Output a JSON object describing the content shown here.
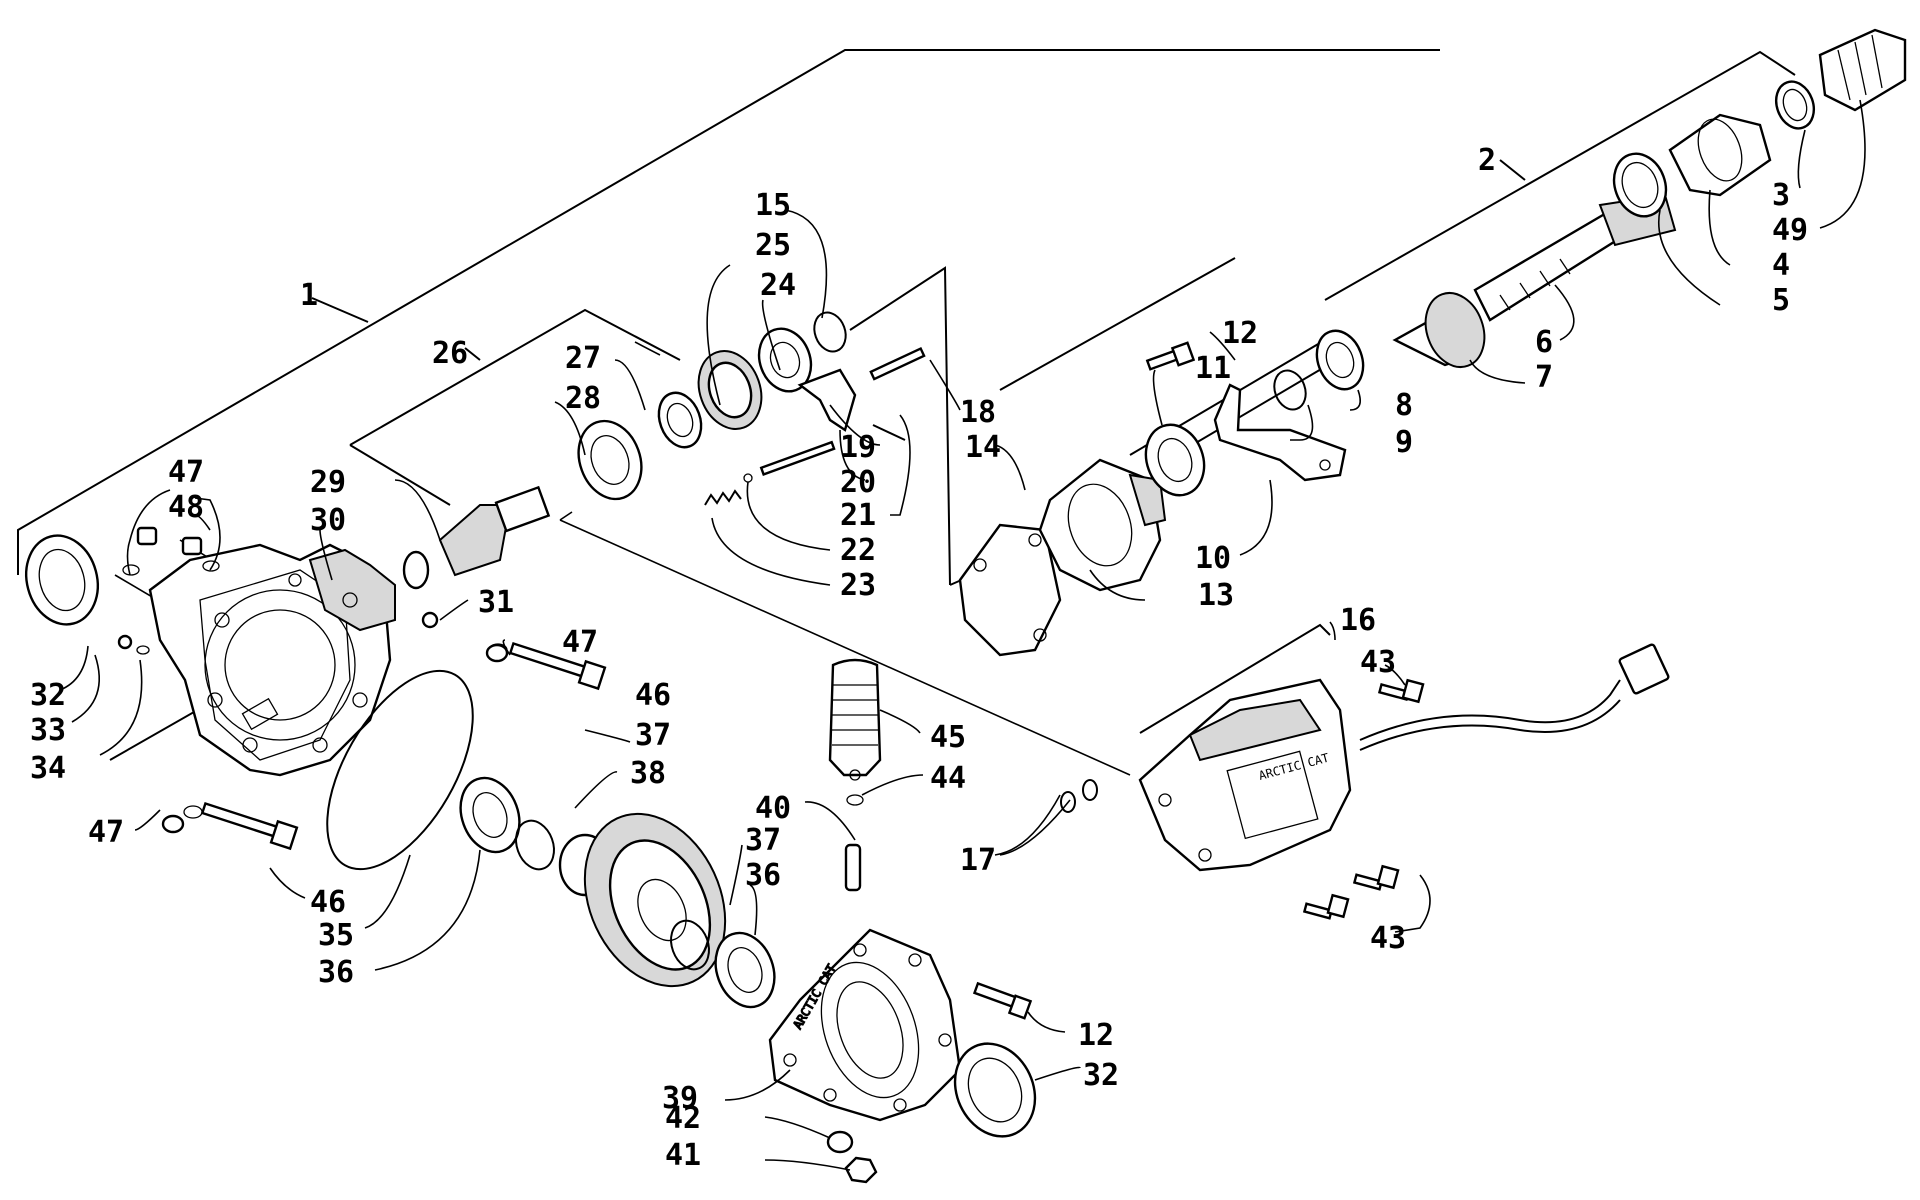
{
  "diagram": {
    "labels": {
      "1": "1",
      "2": "2",
      "3": "3",
      "4": "4",
      "5": "5",
      "6": "6",
      "7": "7",
      "8": "8",
      "9": "9",
      "10": "10",
      "11": "11",
      "12a": "12",
      "12b": "12",
      "13": "13",
      "14": "14",
      "15": "15",
      "16": "16",
      "17": "17",
      "18": "18",
      "19": "19",
      "20": "20",
      "21": "21",
      "22": "22",
      "23": "23",
      "24": "24",
      "25": "25",
      "26": "26",
      "27": "27",
      "28": "28",
      "29": "29",
      "30": "30",
      "31": "31",
      "32a": "32",
      "32b": "32",
      "33": "33",
      "34": "34",
      "35": "35",
      "36a": "36",
      "36b": "36",
      "37a": "37",
      "37b": "37",
      "38": "38",
      "39": "39",
      "40": "40",
      "41": "41",
      "42": "42",
      "43a": "43",
      "43b": "43",
      "44": "44",
      "45": "45",
      "46a": "46",
      "46b": "46",
      "47a": "47",
      "47b": "47",
      "47c": "47",
      "48": "48",
      "49": "49"
    },
    "cover_marking": "ARCTIC CAT",
    "module_marking": "ARCTIC CAT"
  }
}
